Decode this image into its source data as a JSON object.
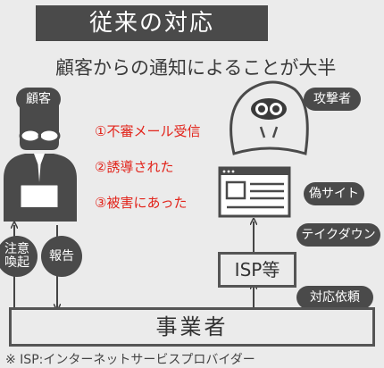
{
  "title": "従来の対応",
  "subtitle": "顧客からの通知によることが大半",
  "actors": {
    "customer": "顧客",
    "attacker": "攻撃者",
    "fake_site": "偽サイト",
    "isp": "ISP等",
    "business": "事業者"
  },
  "steps": [
    "①不審メール受信",
    "②誘導された",
    "③被害にあった"
  ],
  "actions": {
    "alert": "注意\n喚起",
    "report": "報告",
    "takedown": "テイクダウン",
    "request": "対応依頼"
  },
  "footnote": "※ ISP:インターネットサービスプロバイダー",
  "colors": {
    "dark": "#4a4a4a",
    "accent_red": "#e2231a",
    "background": "#ebebeb"
  }
}
